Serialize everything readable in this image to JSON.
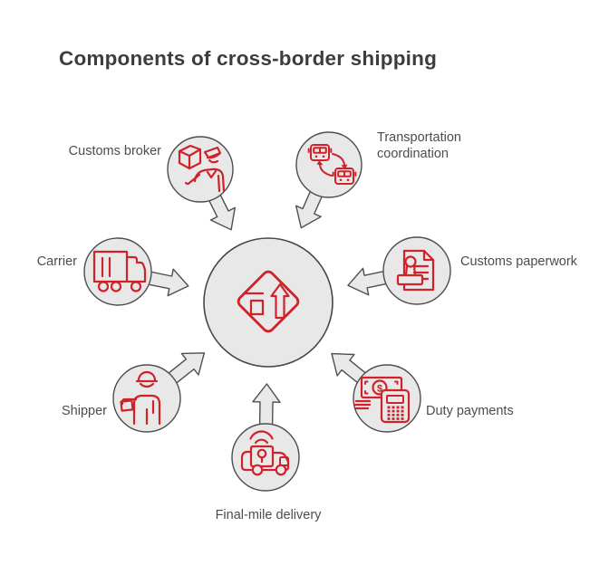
{
  "title": "Components of cross-border shipping",
  "colors": {
    "accent_red": "#cf222b",
    "node_fill": "#e8e8e8",
    "node_stroke": "#4d4d4d",
    "label_text": "#4c4c4c",
    "title_text": "#3d3d3d",
    "background": "#ffffff"
  },
  "center": {
    "icon": "merge-road-sign-icon"
  },
  "nodes": [
    {
      "id": "customs-broker",
      "label": "Customs broker",
      "icon": "customs-officer-with-package-icon"
    },
    {
      "id": "transportation-coordination",
      "label": "Transportation coordination",
      "icon": "vehicle-exchange-icon"
    },
    {
      "id": "carrier",
      "label": "Carrier",
      "icon": "cargo-truck-icon"
    },
    {
      "id": "customs-paperwork",
      "label": "Customs paperwork",
      "icon": "document-with-stamp-icon"
    },
    {
      "id": "shipper",
      "label": "Shipper",
      "icon": "person-holding-box-icon"
    },
    {
      "id": "duty-payments",
      "label": "Duty payments",
      "icon": "banknote-and-calculator-icon"
    },
    {
      "id": "final-mile-delivery",
      "label": "Final-mile delivery",
      "icon": "tracked-delivery-van-icon"
    }
  ],
  "icon_glyphs": {
    "dollar_sign": "$"
  }
}
